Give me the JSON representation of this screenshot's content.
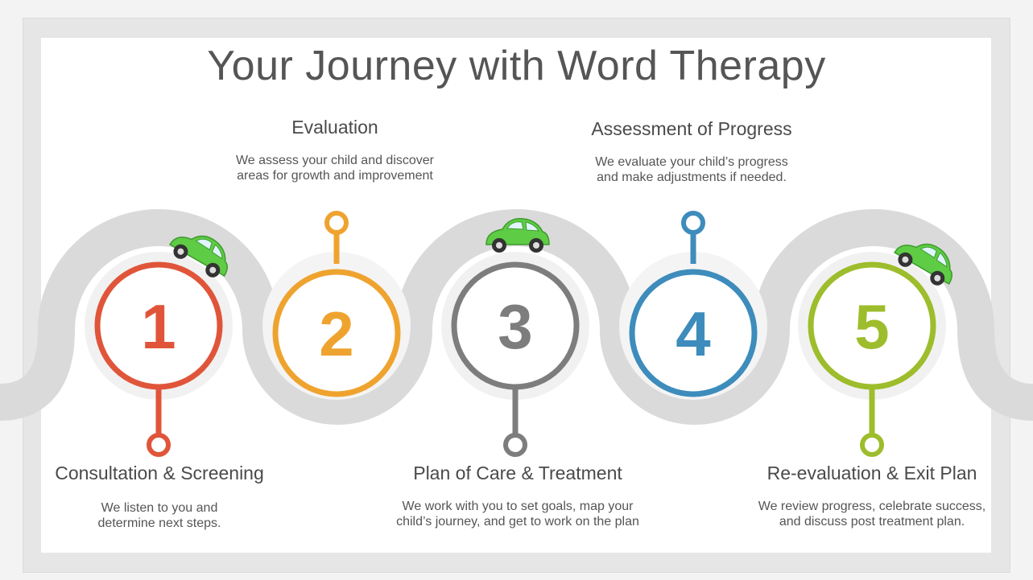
{
  "title": "Your Journey with Word Therapy",
  "steps": [
    {
      "number": "1",
      "heading": "Consultation & Screening",
      "line1": "We listen to you and",
      "line2": "determine next steps.",
      "color": "#e0553a"
    },
    {
      "number": "2",
      "heading": "Evaluation",
      "line1": "We assess your child and discover",
      "line2": "areas for growth and improvement",
      "color": "#efa32f"
    },
    {
      "number": "3",
      "heading": "Plan of Care & Treatment",
      "line1": "We work with you to set goals, map your",
      "line2": "child’s journey, and get to work on the plan",
      "color": "#7d7d7d"
    },
    {
      "number": "4",
      "heading": "Assessment of Progress",
      "line1": "We evaluate your child’s progress",
      "line2": "and make adjustments if needed.",
      "color": "#3d8cbc"
    },
    {
      "number": "5",
      "heading": "Re-evaluation & Exit Plan",
      "line1": "We review progress, celebrate success,",
      "line2": "and discuss post treatment plan.",
      "color": "#9dbd2c"
    }
  ],
  "icons": {
    "car": "car-icon"
  },
  "colors": {
    "road": "#dadada",
    "car": "#5fcc45"
  }
}
